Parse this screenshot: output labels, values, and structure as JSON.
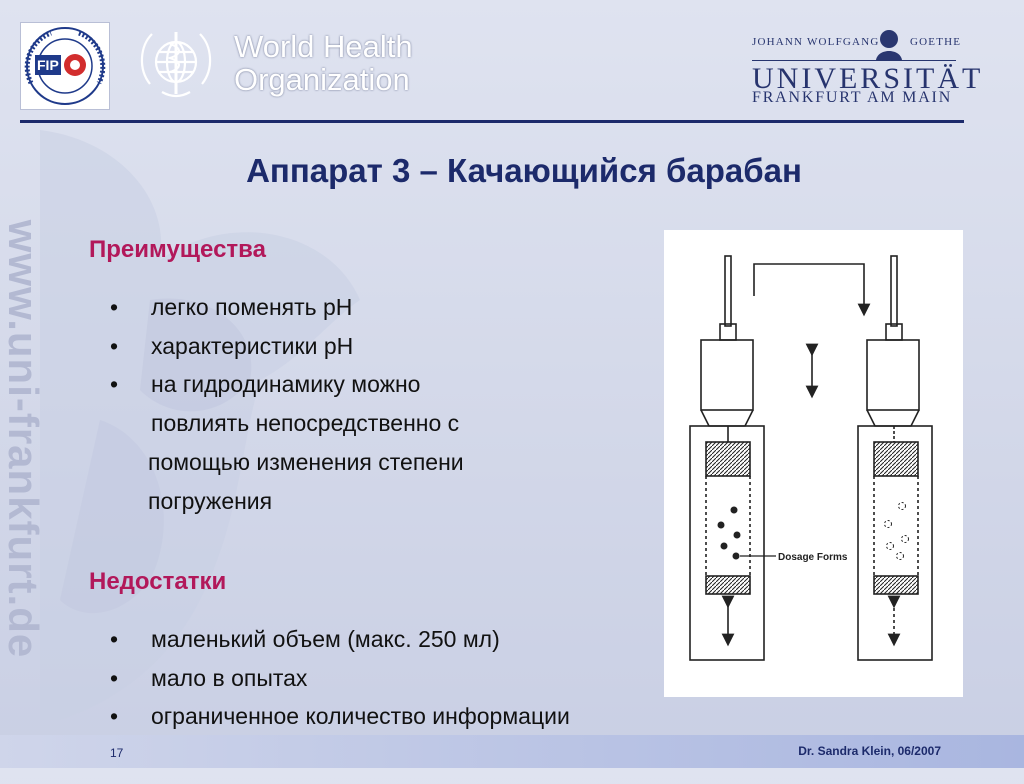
{
  "watermark": "www.uni-frankfurt.de",
  "logos": {
    "fip": {
      "text": "FIP",
      "ring_text": "INTERNATIONAL PHARMACEUTICAL FEDERATION"
    },
    "who": {
      "line1": "World Health",
      "line2": "Organization"
    },
    "goethe": {
      "line1_left": "JOHANN WOLFGANG",
      "line1_right": "GOETHE",
      "line2": "UNIVERSITÄT",
      "line3": "FRANKFURT AM MAIN"
    }
  },
  "title": "Аппарат 3 – Качающийся барабан",
  "advantages": {
    "heading": "Преимущества",
    "items": [
      "легко поменять pH",
      "характеристики pH",
      "на гидродинамику можно"
    ],
    "continuation": [
      "повлиять непосредственно с",
      "помощью изменения степени",
      "погружения"
    ]
  },
  "disadvantages": {
    "heading": "Недостатки",
    "items": [
      "маленький объем (макс. 250 мл)",
      "мало в опытах",
      "ограниченное количество информации"
    ]
  },
  "bullet_symbol": "•",
  "figure": {
    "label": "Dosage Forms"
  },
  "footer": {
    "page": "17",
    "author": "Dr. Sandra Klein, 06/2007"
  },
  "colors": {
    "navy": "#1c2a6b",
    "heading": "#b2185a",
    "background": "#d3d8e9"
  }
}
